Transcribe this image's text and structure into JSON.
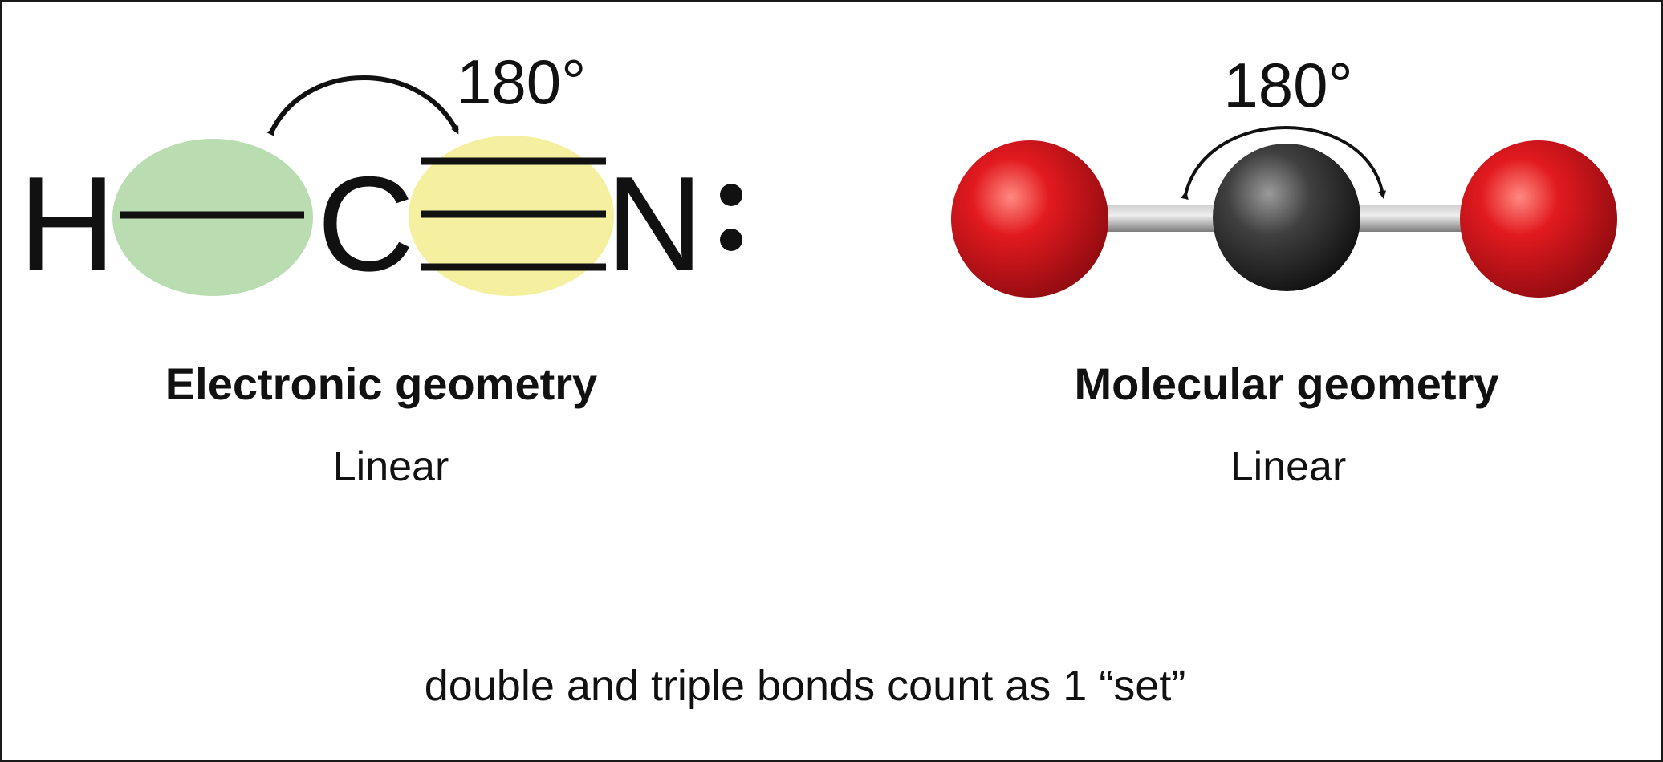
{
  "left_panel": {
    "angle_label": "180°",
    "atoms": [
      "H",
      "C",
      "N"
    ],
    "heading": "Electronic geometry",
    "shape": "Linear"
  },
  "right_panel": {
    "angle_label": "180°",
    "heading": "Molecular geometry",
    "shape": "Linear"
  },
  "caption": "double and triple bonds count as 1 “set”",
  "colors": {
    "single_bond_region": "#b9ddb0",
    "triple_bond_region": "#f4f0a0",
    "oxygen": "#d9141c",
    "carbon": "#3a3a3a",
    "bond_rod": "#a9a9a9"
  }
}
